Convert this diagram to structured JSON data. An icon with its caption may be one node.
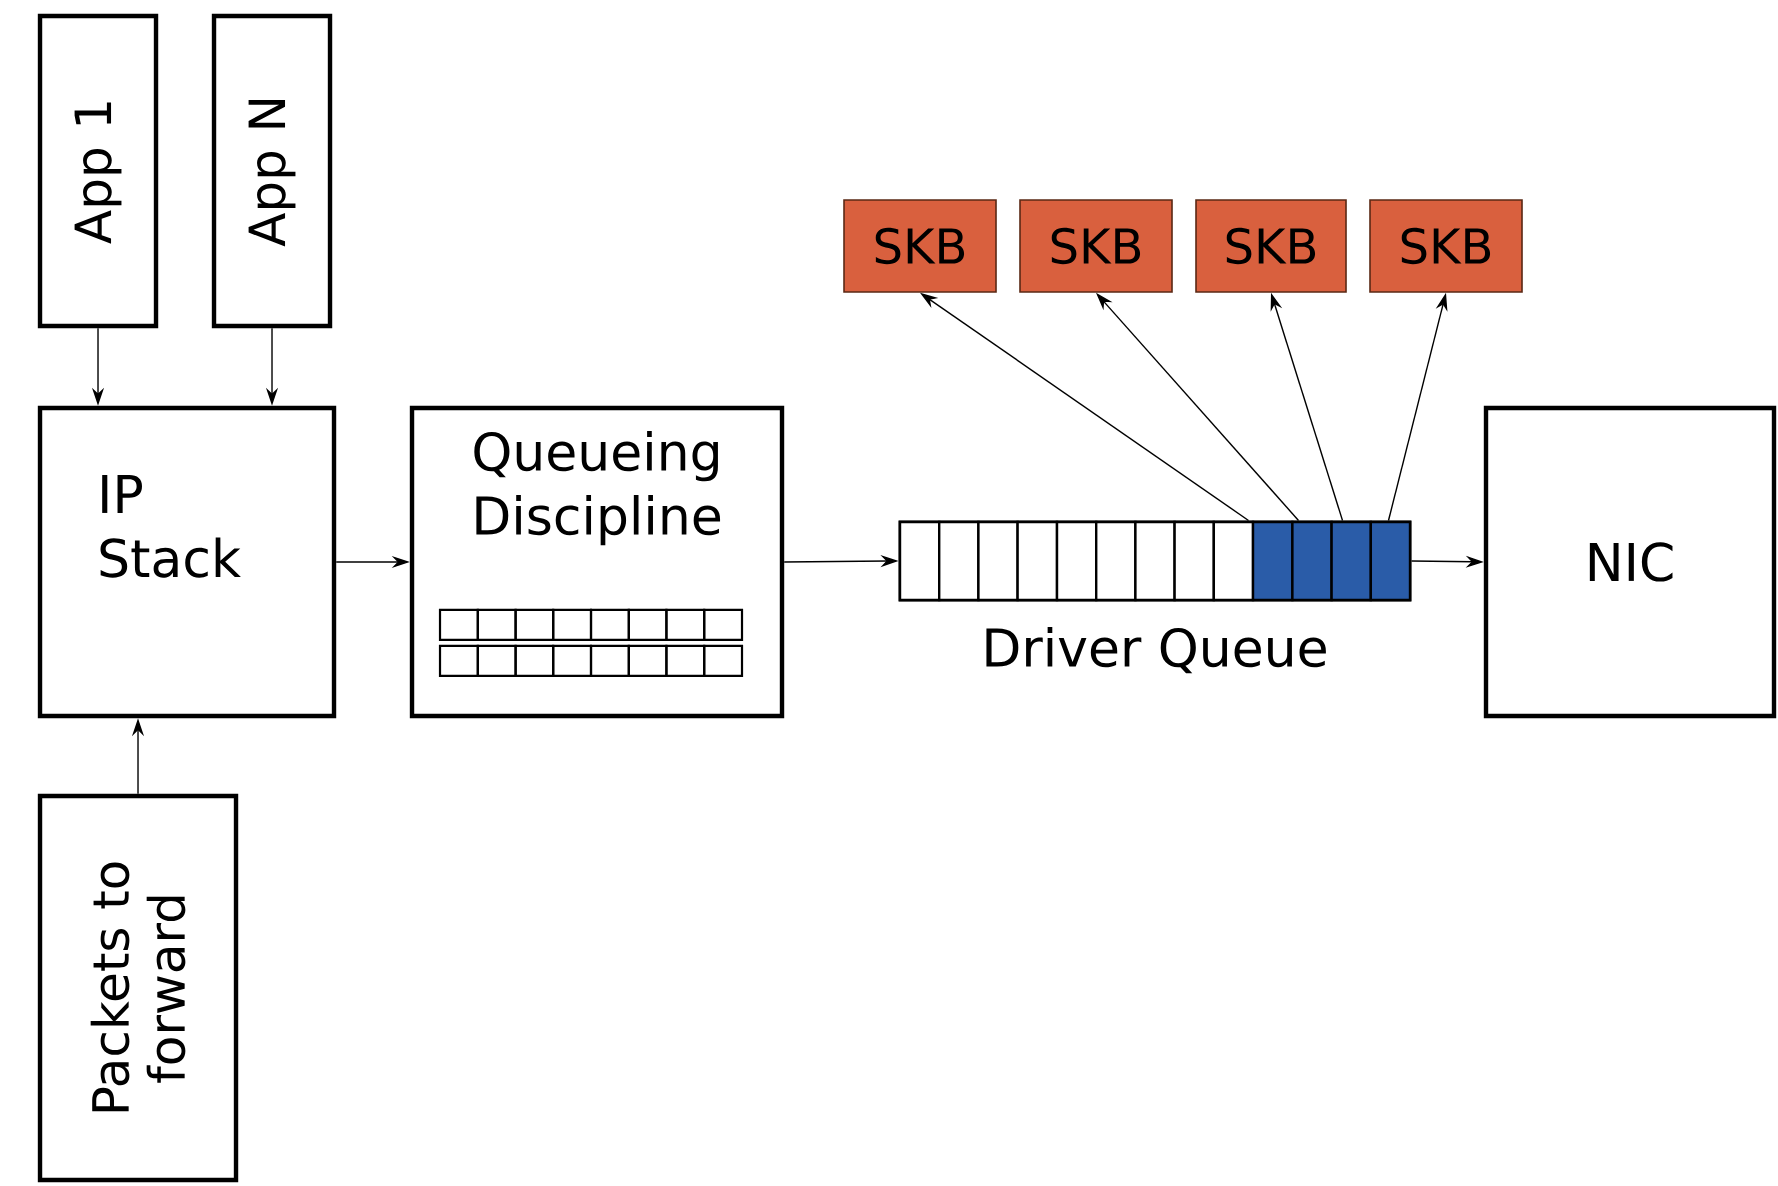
{
  "diagram": {
    "nodes": [
      {
        "text": [
          "App 1"
        ]
      },
      {
        "text": [
          "App N"
        ]
      },
      {
        "text": [
          "IP Stack"
        ]
      },
      {
        "text": [
          "Packets to forward"
        ]
      },
      {
        "text": [
          "Queueing Discipline"
        ]
      },
      {
        "text": [],
        "shape": "bar",
        "beside": [
          "Driver Queue"
        ]
      },
      {
        "text": [
          "SKB"
        ]
      },
      {
        "text": [
          "SKB"
        ]
      },
      {
        "text": [
          "SKB"
        ]
      },
      {
        "text": [
          "SKB"
        ]
      },
      {
        "text": [
          "NIC"
        ]
      }
    ],
    "edges": [
      {
        "from": 0,
        "to": 2,
        "arrow": "to"
      },
      {
        "from": 1,
        "to": 2,
        "arrow": "to"
      },
      {
        "from": 3,
        "to": 2,
        "arrow": "to"
      },
      {
        "from": 2,
        "to": 4,
        "arrow": "to"
      },
      {
        "from": 4,
        "to": 5,
        "arrow": "to"
      },
      {
        "from": 5,
        "to": 6,
        "arrow": "to"
      },
      {
        "from": 5,
        "to": 7,
        "arrow": "to"
      },
      {
        "from": 5,
        "to": 8,
        "arrow": "to"
      },
      {
        "from": 5,
        "to": 9,
        "arrow": "to"
      },
      {
        "from": 5,
        "to": 10,
        "arrow": "to"
      }
    ]
  }
}
